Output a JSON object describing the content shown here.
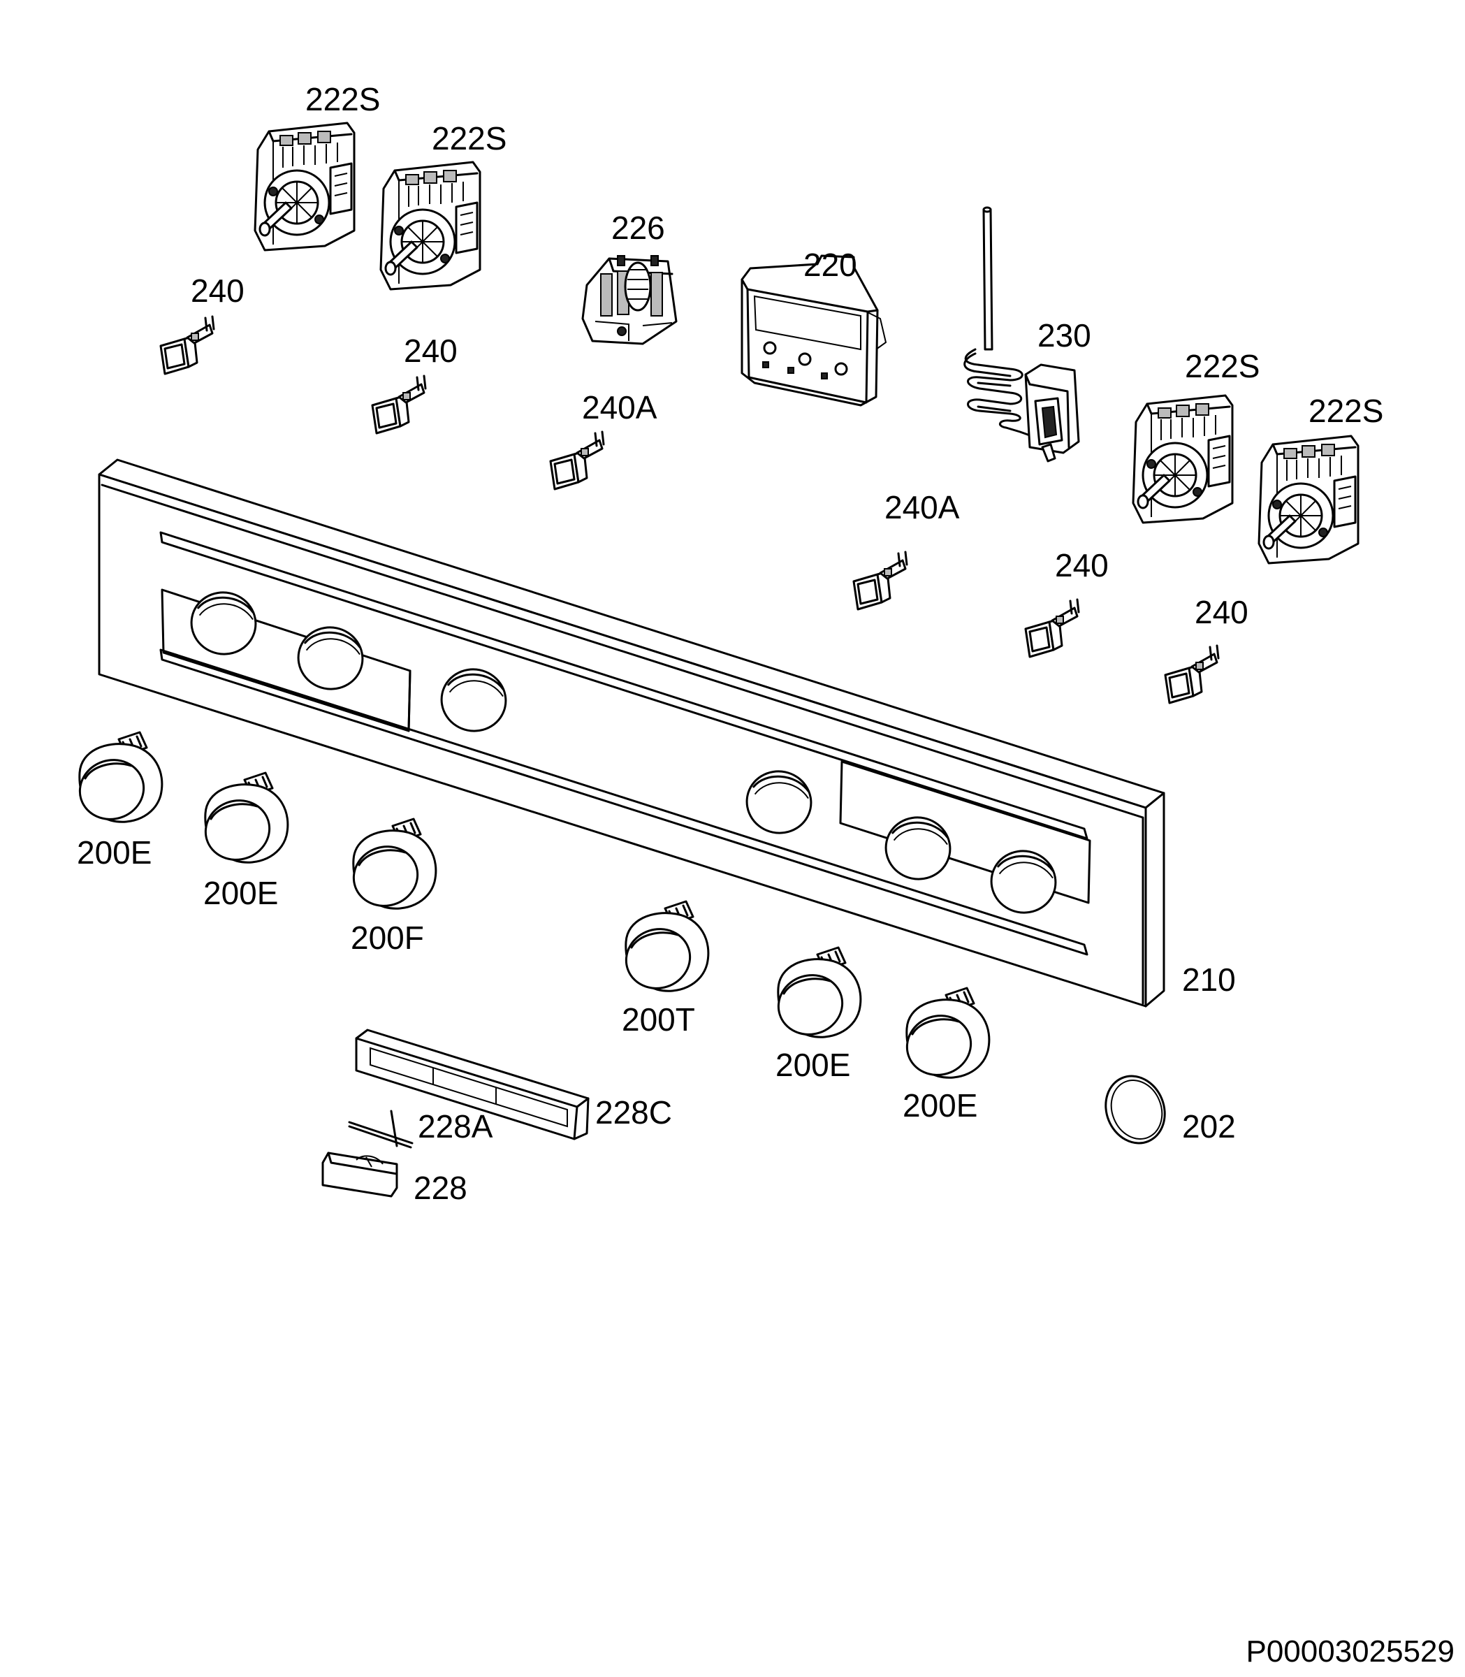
{
  "diagram": {
    "reference_code": "P00003025529",
    "labels": {
      "rotary_switch_1": "222S",
      "rotary_switch_2": "222S",
      "rotary_switch_3": "222S",
      "rotary_switch_4": "222S",
      "selector_switch": "226",
      "display_module": "220",
      "thermostat": "230",
      "lamp_1": "240",
      "lamp_2": "240",
      "lamp_3": "240",
      "lamp_4": "240",
      "lamp_a_1": "240A",
      "lamp_a_2": "240A",
      "control_panel": "210",
      "knob_1": "200E",
      "knob_2": "200E",
      "knob_3": "200F",
      "knob_4": "200T",
      "knob_5": "200E",
      "knob_6": "200E",
      "ring": "202",
      "handle_cover": "228C",
      "handle_rod": "228A",
      "handle_clip": "228"
    }
  }
}
